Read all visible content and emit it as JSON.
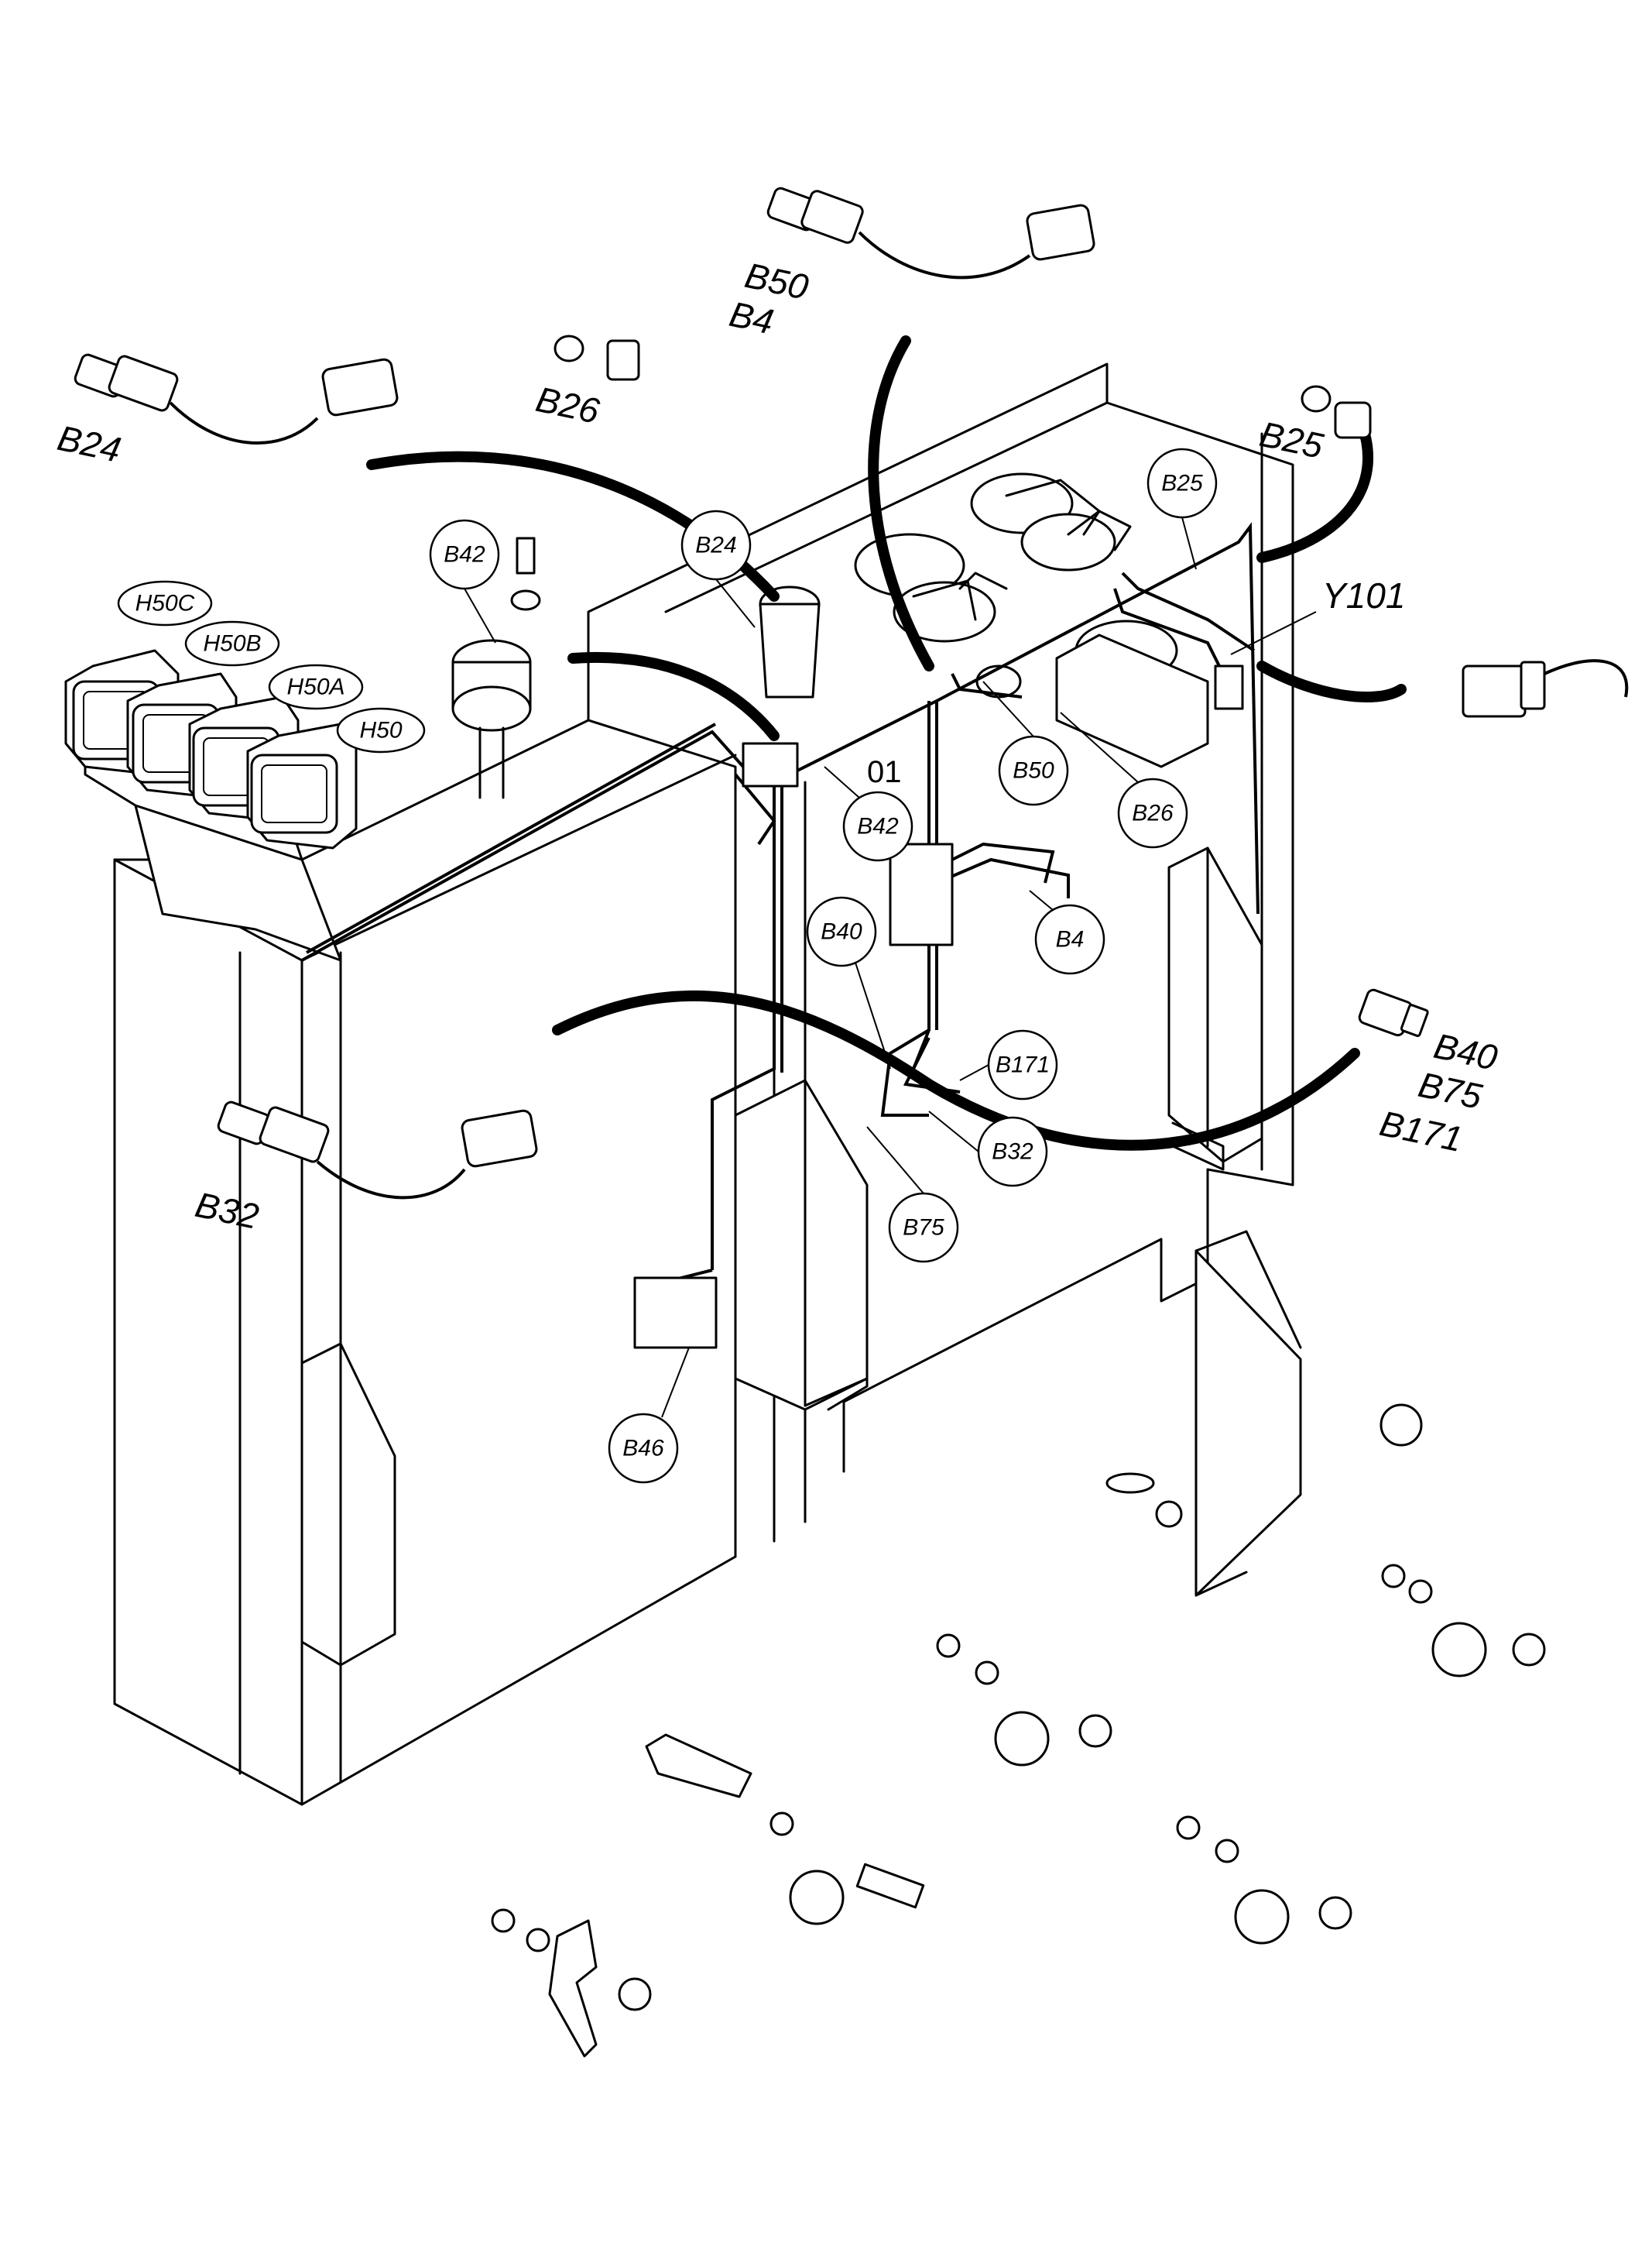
{
  "loose_labels": {
    "b50": "B50",
    "b4": "B4",
    "b26": "B26",
    "b24": "B24",
    "b25": "B25",
    "y101": "Y101",
    "b40": "B40",
    "b75": "B75",
    "b171": "B171",
    "b32": "B32"
  },
  "bubbles": {
    "h50c": "H50C",
    "h50b": "H50B",
    "h50a": "H50A",
    "h50": "H50",
    "b42_top": "B42",
    "b24": "B24",
    "b25": "B25",
    "b50": "B50",
    "b26": "B26",
    "b42": "B42",
    "b4": "B4",
    "b40": "B40",
    "b171": "B171",
    "b32": "B32",
    "b75": "B75",
    "b46": "B46"
  },
  "harness_label": "01"
}
